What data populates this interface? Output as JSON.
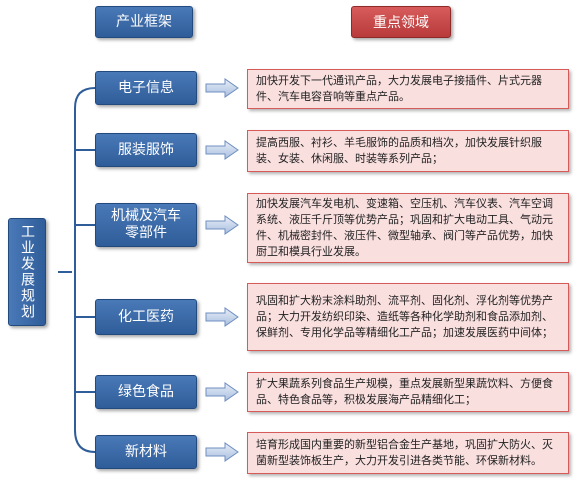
{
  "headers": {
    "industry": "产业框架",
    "focus": "重点领域"
  },
  "root_label": "工业发展规划",
  "sectors": [
    {
      "label": "电子信息",
      "desc": "加快开发下一代通讯产品，大力发展电子接插件、片式元器件、汽车电容音响等重点产品。"
    },
    {
      "label": "服装服饰",
      "desc": "提高西服、衬衫、羊毛服饰的品质和档次，加快发展针织服装、女装、休闲服、时装等系列产品；"
    },
    {
      "label": "机械及汽车\n零部件",
      "desc": "加快发展汽车发电机、变速箱、空压机、汽车仪表、汽车空调系统、液压千斤顶等优势产品；巩固和扩大电动工具、气动元件、机械密封件、液压件、微型轴承、阀门等产品优势，加快厨卫和模具行业发展。"
    },
    {
      "label": "化工医药",
      "desc": "巩固和扩大粉末涂料助剂、流平剂、固化剂、浮化剂等优势产品；大力开发纺织印染、造纸等各种化学助剂和食品添加剂、保鲜剂、专用化学品等精细化工产品；加速发展医药中间体；"
    },
    {
      "label": "绿色食品",
      "desc": "扩大果蔬系列食品生产规模，重点发展新型果蔬饮料、方便食品、特色食品等，积极发展海产品精细化工；"
    },
    {
      "label": "新材料",
      "desc": "培育形成国内重要的新型铝合金生产基地，巩固扩大防火、灭菌新型装饰板生产，大力开发引进各类节能、环保新材料。"
    }
  ]
}
